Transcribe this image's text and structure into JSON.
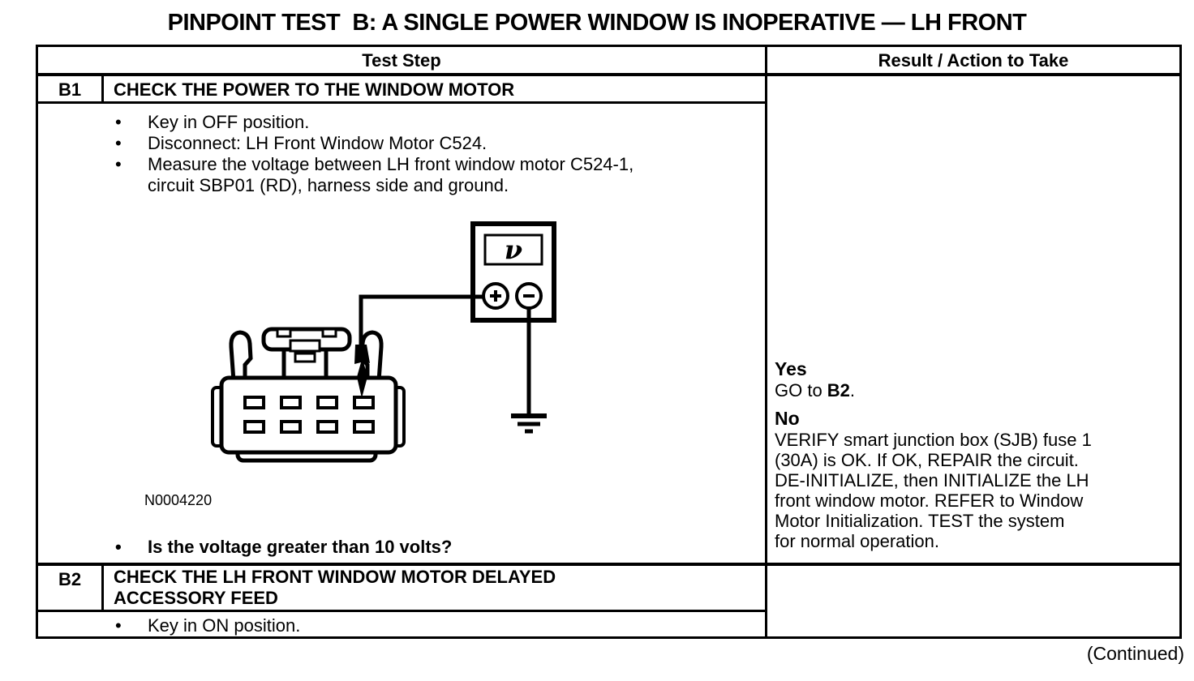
{
  "page": {
    "title": "PINPOINT TEST  B: A SINGLE POWER WINDOW IS INOPERATIVE — LH FRONT",
    "continued": "(Continued)"
  },
  "table": {
    "bullet_char": "•",
    "headers": {
      "test_step": "Test Step",
      "result": "Result / Action to Take"
    },
    "steps": [
      {
        "id": "B1",
        "title": "CHECK THE POWER TO THE WINDOW MOTOR",
        "bullets": [
          "Key in OFF position.",
          "Disconnect: LH Front Window Motor C524.",
          "Measure the voltage between LH front window motor C524-1,\ncircuit SBP01 (RD), harness side and ground."
        ],
        "figure_label": "N0004220",
        "question": "Is the voltage greater than 10 volts?",
        "result": {
          "yes_label": "Yes",
          "yes_pre": "GO to ",
          "yes_bold": "B2",
          "yes_post": ".",
          "no_label": "No",
          "no_action": "VERIFY smart junction box (SJB) fuse 1\n(30A) is OK. If OK, REPAIR the circuit.\nDE-INITIALIZE, then INITIALIZE the LH\nfront window motor. REFER to Window\nMotor Initialization. TEST the system\nfor normal operation."
        }
      },
      {
        "id": "B2",
        "title": "CHECK THE LH FRONT WINDOW MOTOR DELAYED\nACCESSORY FEED",
        "bullets": [
          "Key in ON position."
        ]
      }
    ]
  },
  "figure": {
    "display_symbol": "ν",
    "colors": {
      "ink": "#000000",
      "paper": "#ffffff"
    }
  }
}
